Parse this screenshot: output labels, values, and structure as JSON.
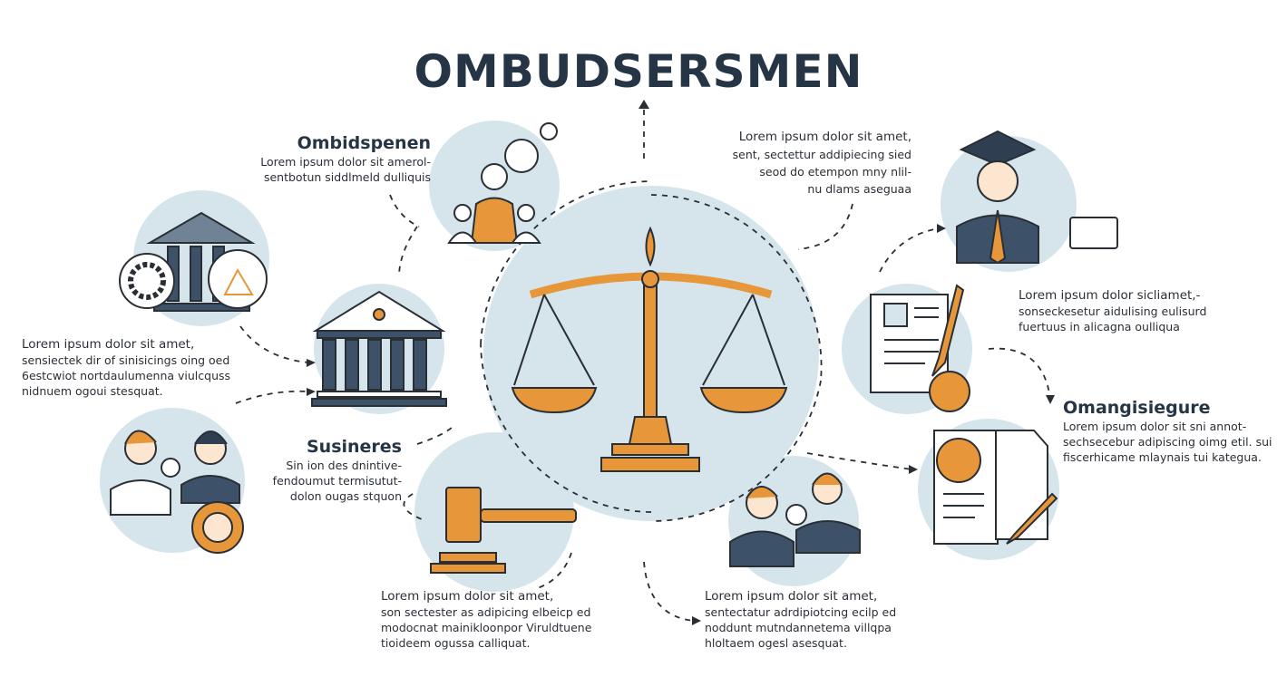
{
  "title": "OMBUDSERSMEN",
  "colors": {
    "accent": "#e8963a",
    "navy": "#3d5168",
    "circle": "#d5e5eb",
    "text": "#263545"
  },
  "blocks": {
    "top_left": {
      "heading": "Ombidspenen",
      "lines": [
        "Lorem ipsum dolor sit amerol-",
        "sentbotun siddlmeld dulliquis"
      ]
    },
    "top_right": {
      "lines": [
        "Lorem ipsum dolor sit amet,",
        "sent, sectettur addipiecing sied",
        "seod do etempon mny nlil-",
        "nu dlams aseguaa"
      ]
    },
    "left": {
      "lines": [
        "Lorem ipsum dolor sit amet,",
        "sensiectek dir of sinisicings oing oed",
        "6estcwiot nortdaulumenna viulcquss",
        "nidnuem ogoui stesquat."
      ]
    },
    "right": {
      "lines": [
        "Lorem ipsum dolor sicliamet,-",
        "sonseckesetur aidulising eulisurd",
        "fuertuus in alicagna oulliqua"
      ]
    },
    "far_right": {
      "heading": "Omangisiegure",
      "lines": [
        "Lorem ipsum dolor sit sni annot-",
        "sechsecebur adipiscing oimg etil. sui",
        "fiscerhicame mlaynais tui kategua."
      ]
    },
    "middle_left": {
      "heading": "Susineres",
      "lines": [
        "Sin ion des dnintive-",
        "fendoumut termisutut-",
        "dolon ougas stquon"
      ]
    },
    "bottom_center": {
      "lines": [
        "Lorem ipsum dolor sit amet,",
        "son sectester as adipicing elbeicp ed",
        "modocnat mainikloonpor Viruldtuene",
        "tioideem ogussa calliquat."
      ]
    },
    "bottom_right": {
      "lines": [
        "Lorem ipsum dolor sit amet,",
        "sentectatur adrdipiotcing ecilp ed",
        "noddunt mutndannetema villqpa",
        "hloltaem ogesl asesquat."
      ]
    }
  }
}
